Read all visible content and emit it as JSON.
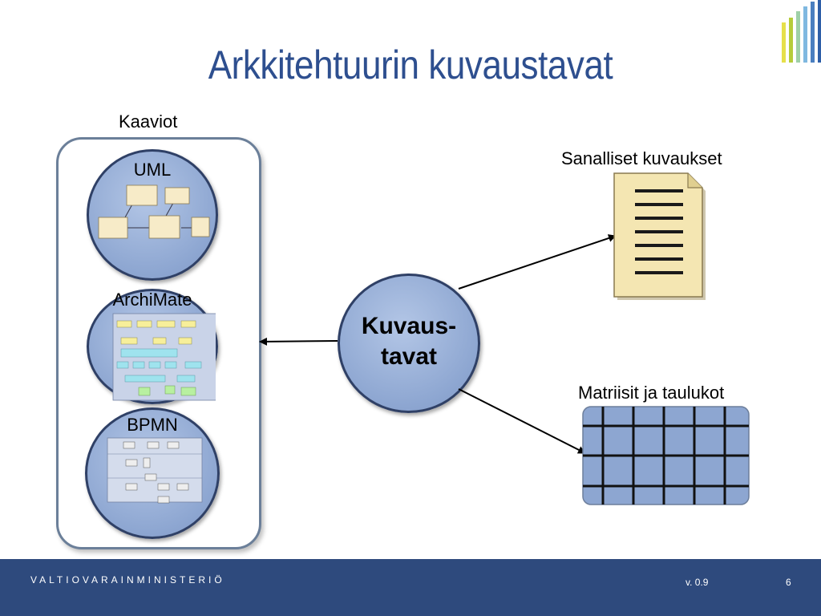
{
  "title": "Arkkitehtuurin kuvaustavat",
  "group_label": "Kaaviot",
  "diagrams": {
    "uml": "UML",
    "archimate": "ArchiMate",
    "bpmn": "BPMN"
  },
  "center": {
    "line1": "Kuvaus-",
    "line2": "tavat"
  },
  "outputs": {
    "text": "Sanalliset kuvaukset",
    "matrix": "Matriisit ja taulukot"
  },
  "footer": {
    "brand": "VALTIOVARAINMINISTERIÖ",
    "version": "v. 0.9",
    "page": "6"
  },
  "colors": {
    "title": "#2e4f8f",
    "footer_bg": "#2e4a7d",
    "node_fill": "#8da6d1",
    "logo_bars": [
      "#e6e04a",
      "#b5cc3a",
      "#8fc0e0",
      "#5ea0d0",
      "#3f6fb0"
    ]
  }
}
